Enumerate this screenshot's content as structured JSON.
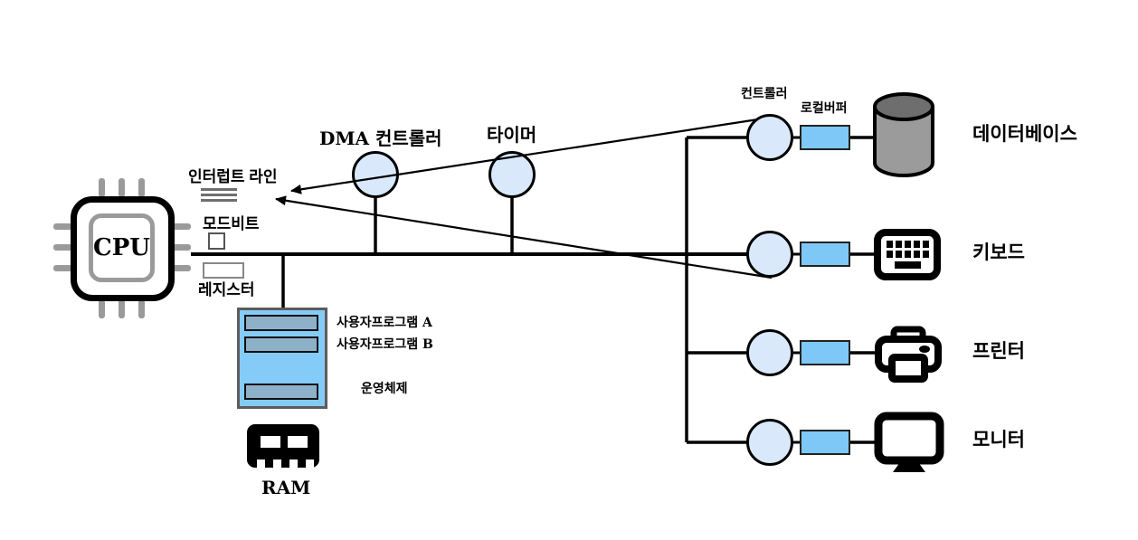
{
  "colors": {
    "controller-fill": "#d9e9fb",
    "buffer-fill": "#7ec8f7",
    "memory-fill": "#85cbf8",
    "memory-bar-fill": "#8eb1ca",
    "cylinder-body": "#9b9b9b",
    "cylinder-top": "#6e6e6e",
    "line": "#000000"
  },
  "cpu": {
    "label": "CPU",
    "interrupt_label": "인터럽트 라인",
    "mode_bit_label": "모드비트",
    "register_label": "레지스터"
  },
  "bus": {
    "dma_label": "DMA 컨트롤러",
    "timer_label": "타이머"
  },
  "memory": {
    "segment_a": "사용자프로그램 A",
    "segment_b": "사용자프로그램 B",
    "segment_os": "운영체제",
    "ram_label": "RAM"
  },
  "io": {
    "controller_label": "컨트롤러",
    "buffer_label": "로컬버퍼",
    "devices": [
      {
        "id": "database",
        "label": "데이터베이스"
      },
      {
        "id": "keyboard",
        "label": "키보드"
      },
      {
        "id": "printer",
        "label": "프린터"
      },
      {
        "id": "monitor",
        "label": "모니터"
      }
    ]
  }
}
